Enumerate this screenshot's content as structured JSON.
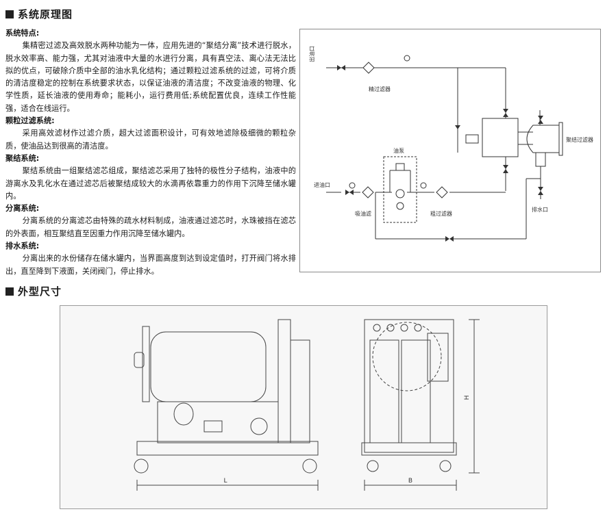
{
  "section1": {
    "title": "系统原理图"
  },
  "section2": {
    "title": "外型尺寸"
  },
  "text": {
    "h1": "系统特点:",
    "p1": "集精密过滤及高效脱水两种功能为一体，应用先进的“聚结分离”技术进行脱水，脱水效率高、能力强，尤其对油液中大量的水进行分离，具有真空法、离心法无法比拟的优点，可破除介质中全部的油水乳化结构；通过颗粒过滤系统的过滤，可将介质的清洁度稳定的控制在系统要求状态，以保证油液的清洁度；不改变油液的物理、化学性质，延长油液的使用寿命；能耗小，运行费用低;系统配置优良，连续工作性能强，适合在线运行。",
    "h2": "颗粒过滤系统:",
    "p2": "采用高效滤材作过滤介质，超大过滤面积设计，可有效地滤除极细微的颗粒杂质，使油品达到很高的清洁度。",
    "h3": "聚结系统:",
    "p3": "聚结系统由一组聚结滤芯组成，聚结滤芯采用了独特的极性分子结构，油液中的游离水及乳化水在通过滤芯后被聚结成较大的水滴再依靠重力的作用下沉降至储水罐内。",
    "h4": "分离系统:",
    "p4": "分离系统的分离滤芯由特殊的疏水材料制成，油液通过滤芯时，水珠被挡在滤芯的外表面，相互聚结直至因重力作用沉降至储水罐内。",
    "h5": "排水系统:",
    "p5": "分离出来的水份储存在储水罐内，当界面高度到达到设定值时，打开阀门将水排出，直至降到下液面，关闭阀门，停止排水。"
  },
  "diagram": {
    "outlet": "出油口",
    "fine_filter": "精过滤器",
    "pump": "油泵",
    "coalescer": "聚结过滤器",
    "inlet": "进油口",
    "suction_filter": "吸油滤",
    "coarse_filter": "粗过滤器",
    "drain": "排水口"
  },
  "dims": {
    "L": "L",
    "B": "B",
    "H": "H"
  }
}
